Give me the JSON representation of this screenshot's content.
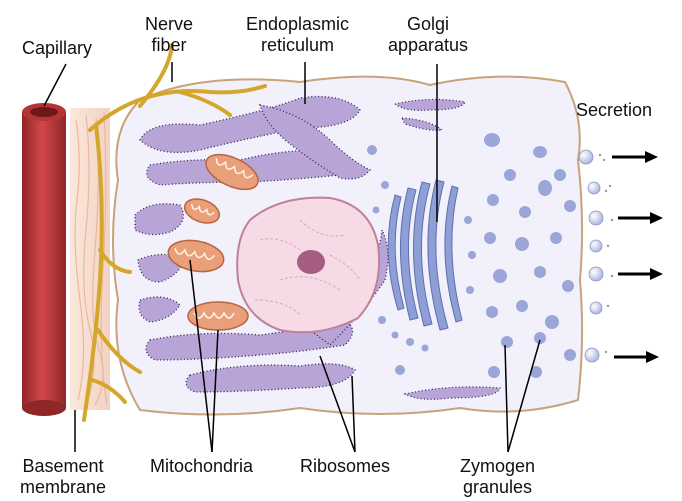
{
  "labels": {
    "capillary": "Capillary",
    "nerve_fiber": [
      "Nerve",
      "fiber"
    ],
    "endoplasmic_reticulum": [
      "Endoplasmic",
      "reticulum"
    ],
    "golgi_apparatus": [
      "Golgi",
      "apparatus"
    ],
    "secretion": "Secretion",
    "basement_membrane": [
      "Basement",
      "membrane"
    ],
    "mitochondria": "Mitochondria",
    "ribosomes": "Ribosomes",
    "zymogen_granules": [
      "Zymogen",
      "granules"
    ]
  },
  "colors": {
    "capillary": "#c0393b",
    "nerve_fiber": "#d4a62a",
    "cell_fill": "#f2f0fa",
    "cell_outline": "#c9a27a",
    "er": "#b9a4d8",
    "ribosome": "#2a2550",
    "golgi": "#8e9fd6",
    "granule": "#9aa6d8",
    "nucleus": "#f6dbe6",
    "mitochondria": "#e9a07a"
  }
}
